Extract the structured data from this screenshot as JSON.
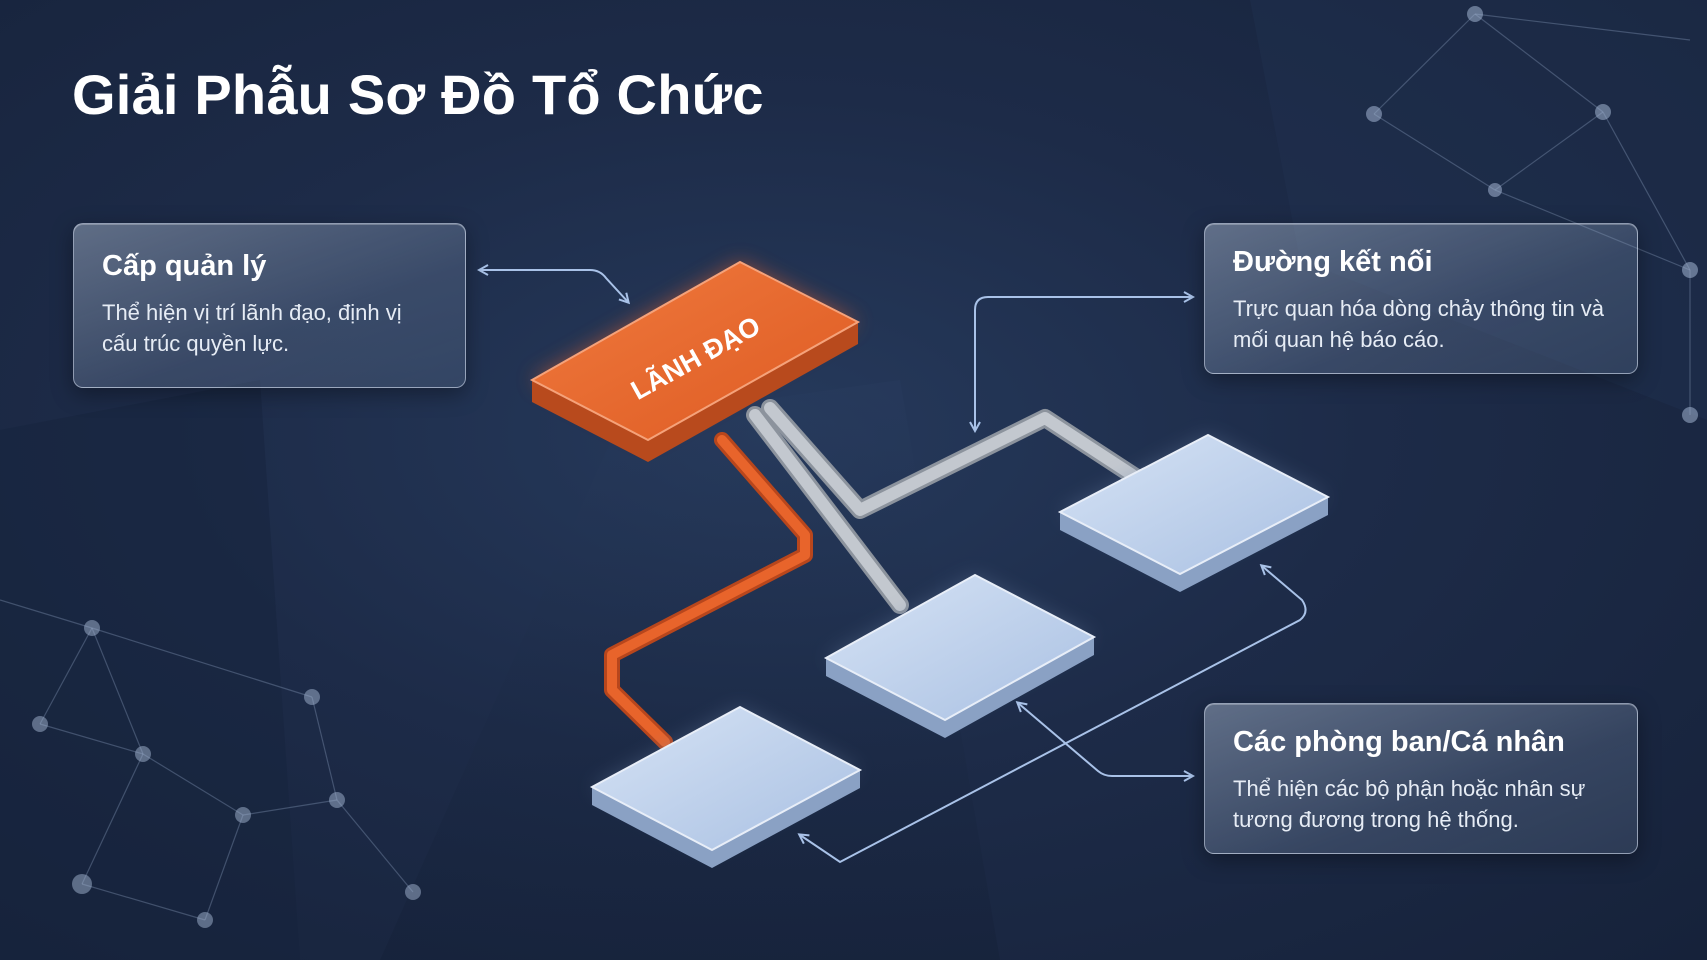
{
  "title": "Giải Phẫu Sơ Đồ Tổ Chức",
  "leader_node": {
    "label": "LÃNH ĐẠO",
    "color": "#e8622a"
  },
  "callouts": {
    "management": {
      "title": "Cấp quản lý",
      "text": "Thể hiện vị trí lãnh đạo, định vị cấu trúc quyền lực."
    },
    "connection": {
      "title": "Đường kết nối",
      "text": "Trực quan hóa dòng chảy thông tin và mối quan hệ báo cáo."
    },
    "departments": {
      "title": "Các phòng ban/Cá nhân",
      "text": "Thể hiện các bộ phận hoặc nhân sự tương đương trong hệ thống."
    }
  },
  "colors": {
    "background": "#1c2a45",
    "leader": "#e8622a",
    "connector_orange": "#e0602a",
    "connector_gray": "#b9bec6",
    "node_blue": "#c4d6ef",
    "arrow": "#a9c2e8"
  }
}
